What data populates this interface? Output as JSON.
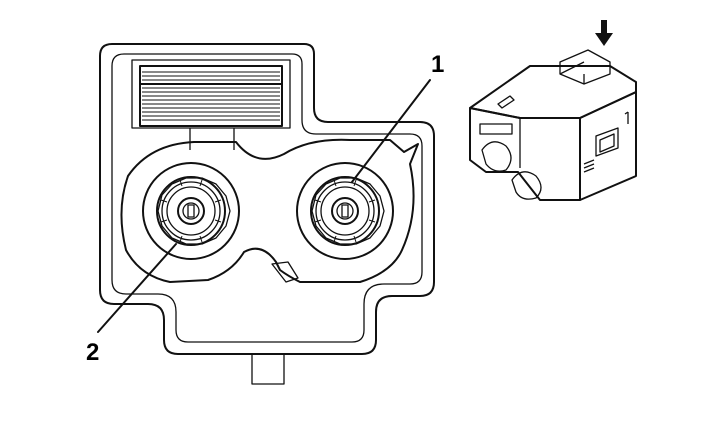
{
  "diagram": {
    "callouts": [
      {
        "id": "1",
        "label": "1"
      },
      {
        "id": "2",
        "label": "2"
      }
    ],
    "icons": {
      "arrow": "down-arrow-icon",
      "connector": "coax-connector-icon"
    },
    "colors": {
      "stroke": "#111111",
      "background": "#ffffff"
    }
  }
}
